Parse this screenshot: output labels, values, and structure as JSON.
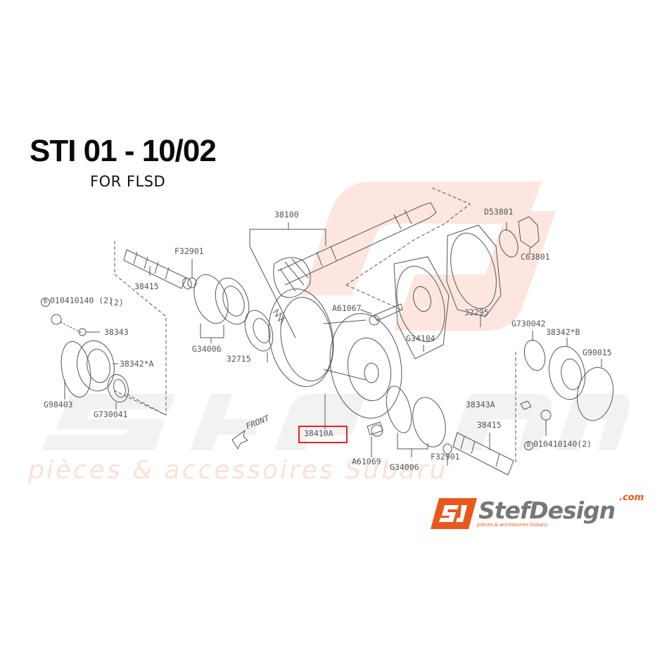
{
  "header": {
    "title": "STI 01 - 10/02",
    "subtitle": "FOR FLSD"
  },
  "diagram": {
    "description": "Subaru STI front differential exploded parts diagram",
    "direction_label": "FRONT",
    "highlighted_part": "38410A",
    "highlight_color": "#e8202a",
    "line_color": "#555555",
    "parts": [
      {
        "id": "p-38100",
        "label": "38100",
        "name": "drive pinion shaft"
      },
      {
        "id": "p-f32901-left",
        "label": "F32901",
        "name": "o-ring left"
      },
      {
        "id": "p-38415-left",
        "label": "38415",
        "name": "axle shaft left"
      },
      {
        "id": "p-note-2",
        "label": "(2)",
        "name": "quantity note"
      },
      {
        "id": "p-bolt-left",
        "label": "010410140 (2)",
        "badge": "B",
        "name": "bolt left"
      },
      {
        "id": "p-38343",
        "label": "38343",
        "name": "lock plate"
      },
      {
        "id": "p-38342a",
        "label": "38342*A",
        "name": "retainer left"
      },
      {
        "id": "p-g98403",
        "label": "G98403",
        "name": "o-ring retainer left"
      },
      {
        "id": "p-g730041",
        "label": "G730041",
        "name": "oil seal left"
      },
      {
        "id": "p-g34006-left",
        "label": "G34006",
        "name": "taper roller bearing left"
      },
      {
        "id": "p-32715",
        "label": "32715",
        "name": "bearing"
      },
      {
        "id": "p-a61067",
        "label": "A61067",
        "name": "bolt"
      },
      {
        "id": "p-g34104",
        "label": "G34104",
        "name": "cover"
      },
      {
        "id": "p-32295",
        "label": "32295",
        "name": "gasket"
      },
      {
        "id": "p-d53801",
        "label": "D53801",
        "name": "washer"
      },
      {
        "id": "p-c63801",
        "label": "C63801",
        "name": "lock nut"
      },
      {
        "id": "p-g730042",
        "label": "G730042",
        "name": "oil seal right"
      },
      {
        "id": "p-38342b",
        "label": "38342*B",
        "name": "retainer right"
      },
      {
        "id": "p-g90015",
        "label": "G90015",
        "name": "o-ring right"
      },
      {
        "id": "p-38343a",
        "label": "38343A",
        "name": "lock plate right"
      },
      {
        "id": "p-38415-right",
        "label": "38415",
        "name": "axle shaft right"
      },
      {
        "id": "p-bolt-right",
        "label": "010410140(2)",
        "badge": "B",
        "name": "bolt right"
      },
      {
        "id": "p-38410a",
        "label": "38410A",
        "name": "differential case assembly"
      },
      {
        "id": "p-a61069",
        "label": "A61069",
        "name": "drain plug"
      },
      {
        "id": "p-g34006-right",
        "label": "G34006",
        "name": "taper roller bearing right"
      },
      {
        "id": "p-f32901-right",
        "label": "F32901",
        "name": "o-ring right"
      }
    ]
  },
  "watermark": {
    "brand": "StefDesign",
    "tagline": "pièces & accessoires Subaru",
    "color": "#fbe3dc",
    "grey": "#f1f1f1"
  },
  "logo": {
    "mark": "SJ",
    "name": "StefDesign",
    "domain": ".com",
    "tagline": "pièces & accessoires Subaru",
    "accent": "#e8581c"
  }
}
